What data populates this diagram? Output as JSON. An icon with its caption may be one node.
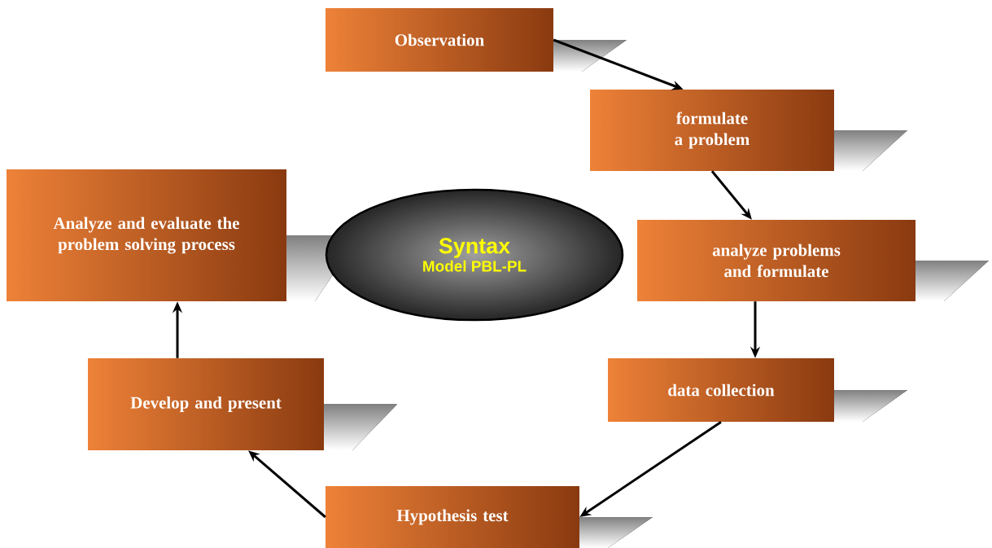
{
  "diagram": {
    "nodes": [
      {
        "text": [
          "Observation"
        ]
      },
      {
        "text": [
          "formulate a problem"
        ]
      },
      {
        "text": [
          "analyze problems and formulate"
        ]
      },
      {
        "text": [
          "data collection"
        ]
      },
      {
        "text": [
          "Hypothesis test"
        ]
      },
      {
        "text": [
          "Develop and present"
        ]
      },
      {
        "text": [
          "Analyze and evaluate the problem solving process"
        ]
      },
      {
        "text": [
          "Syntax",
          "Model PBL-PL"
        ]
      }
    ],
    "edges": [
      {
        "from": 0,
        "to": 1,
        "arrow": "to"
      },
      {
        "from": 1,
        "to": 2,
        "arrow": "to"
      },
      {
        "from": 2,
        "to": 3,
        "arrow": "to"
      },
      {
        "from": 3,
        "to": 4,
        "arrow": "to"
      },
      {
        "from": 4,
        "to": 5,
        "arrow": "to"
      },
      {
        "from": 5,
        "to": 6,
        "arrow": "to"
      }
    ]
  }
}
